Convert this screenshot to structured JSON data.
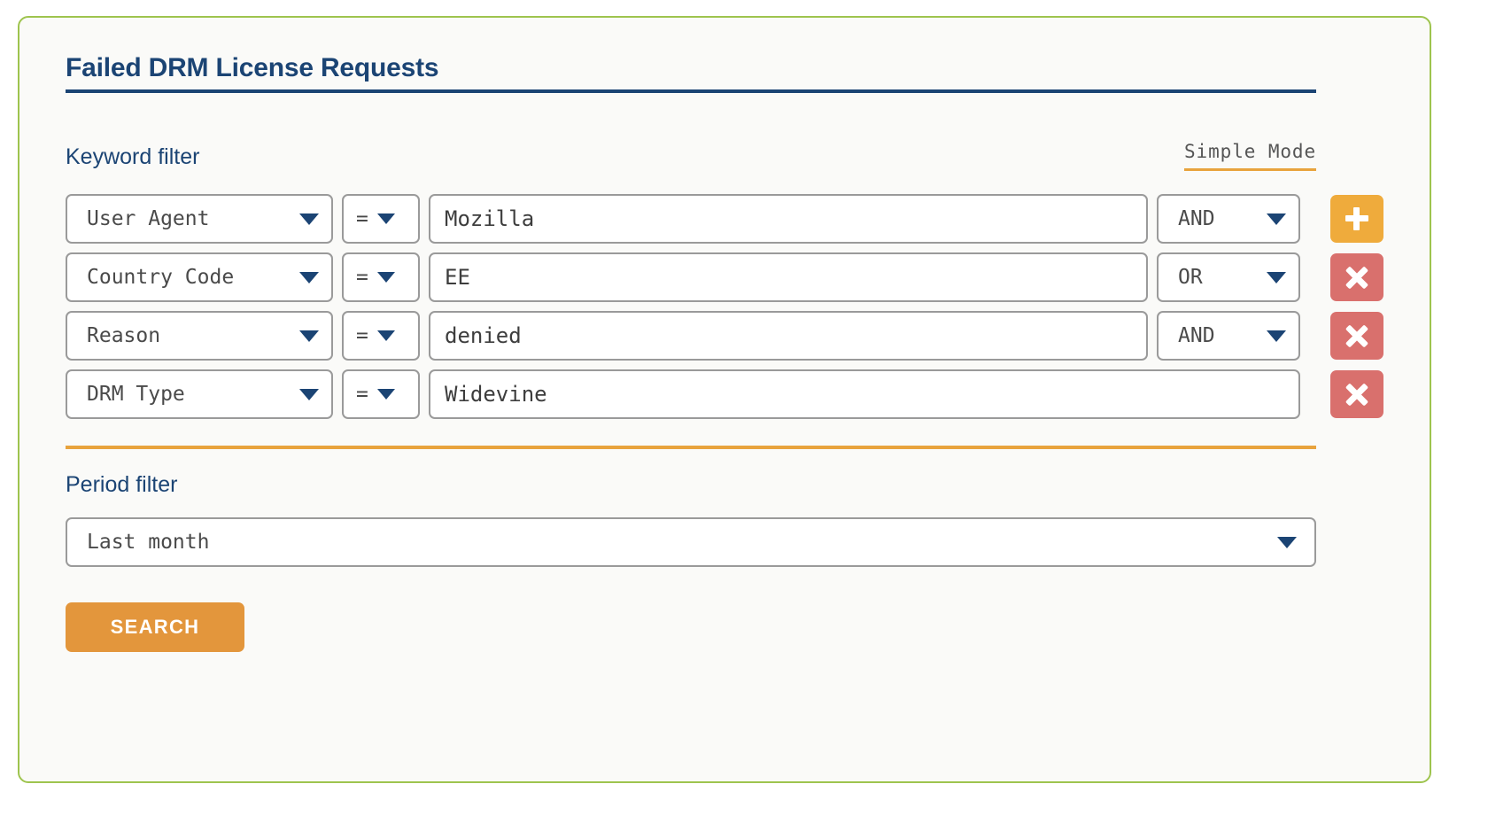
{
  "panel": {
    "title": "Failed DRM License Requests",
    "border_color": "#9ec44e",
    "background": "#fafaf8"
  },
  "keyword_section": {
    "label": "Keyword filter",
    "mode_toggle_label": "Simple Mode",
    "mode_toggle_underline_color": "#e8a33d",
    "rows": [
      {
        "field": "User Agent",
        "operator": "=",
        "value": "Mozilla",
        "logic": "AND",
        "action": "add",
        "action_label": "+",
        "action_color": "#efab3c",
        "has_logic": true
      },
      {
        "field": "Country Code",
        "operator": "=",
        "value": "EE",
        "logic": "OR",
        "action": "remove",
        "action_label": "×",
        "action_color": "#d9706d",
        "has_logic": true
      },
      {
        "field": "Reason",
        "operator": "=",
        "value": "denied",
        "logic": "AND",
        "action": "remove",
        "action_label": "×",
        "action_color": "#d9706d",
        "has_logic": true
      },
      {
        "field": "DRM Type",
        "operator": "=",
        "value": "Widevine",
        "logic": "",
        "action": "remove",
        "action_label": "×",
        "action_color": "#d9706d",
        "has_logic": false
      }
    ]
  },
  "divider_color": "#e8a33d",
  "period_section": {
    "label": "Period filter",
    "selected": "Last month"
  },
  "actions": {
    "search_label": "SEARCH",
    "search_color": "#e3963c"
  },
  "icons": {
    "caret": "chevron-down-icon",
    "add": "plus-icon",
    "remove": "close-icon"
  },
  "colors": {
    "title_navy": "#1b4474",
    "accent_orange": "#e8a33d",
    "danger_red": "#d9706d",
    "frame_green": "#9ec44e"
  }
}
